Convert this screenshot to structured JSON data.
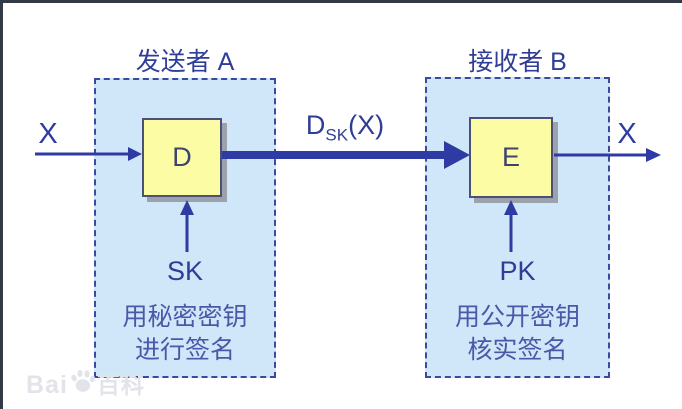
{
  "diagram": {
    "sender": {
      "title": "发送者 A",
      "box_label": "D",
      "key_label": "SK",
      "caption_line1": "用秘密密钥",
      "caption_line2": "进行签名"
    },
    "receiver": {
      "title": "接收者 B",
      "box_label": "E",
      "key_label": "PK",
      "caption_line1": "用公开密钥",
      "caption_line2": "核实签名"
    },
    "signals": {
      "input_label": "X",
      "output_label": "X",
      "channel_base": "D",
      "channel_sub": "SK",
      "channel_arg": "(X)"
    }
  },
  "watermark": {
    "prefix": "Bai",
    "paw_icon": "baidu-paw-icon",
    "suffix": "百科"
  },
  "colors": {
    "frame_bar": "#333a47",
    "panel_fill": "#cfe7f8",
    "panel_border": "#3a4a9f",
    "box_fill": "#fcfca4",
    "box_border": "#4c5076",
    "box_shadow": "#9ca2ab",
    "arrow": "#2e3ba3",
    "title_text": "#303d96",
    "caption_text": "#4d57a8",
    "letter_text": "#3d4470",
    "watermark": "#e2e4ea"
  }
}
